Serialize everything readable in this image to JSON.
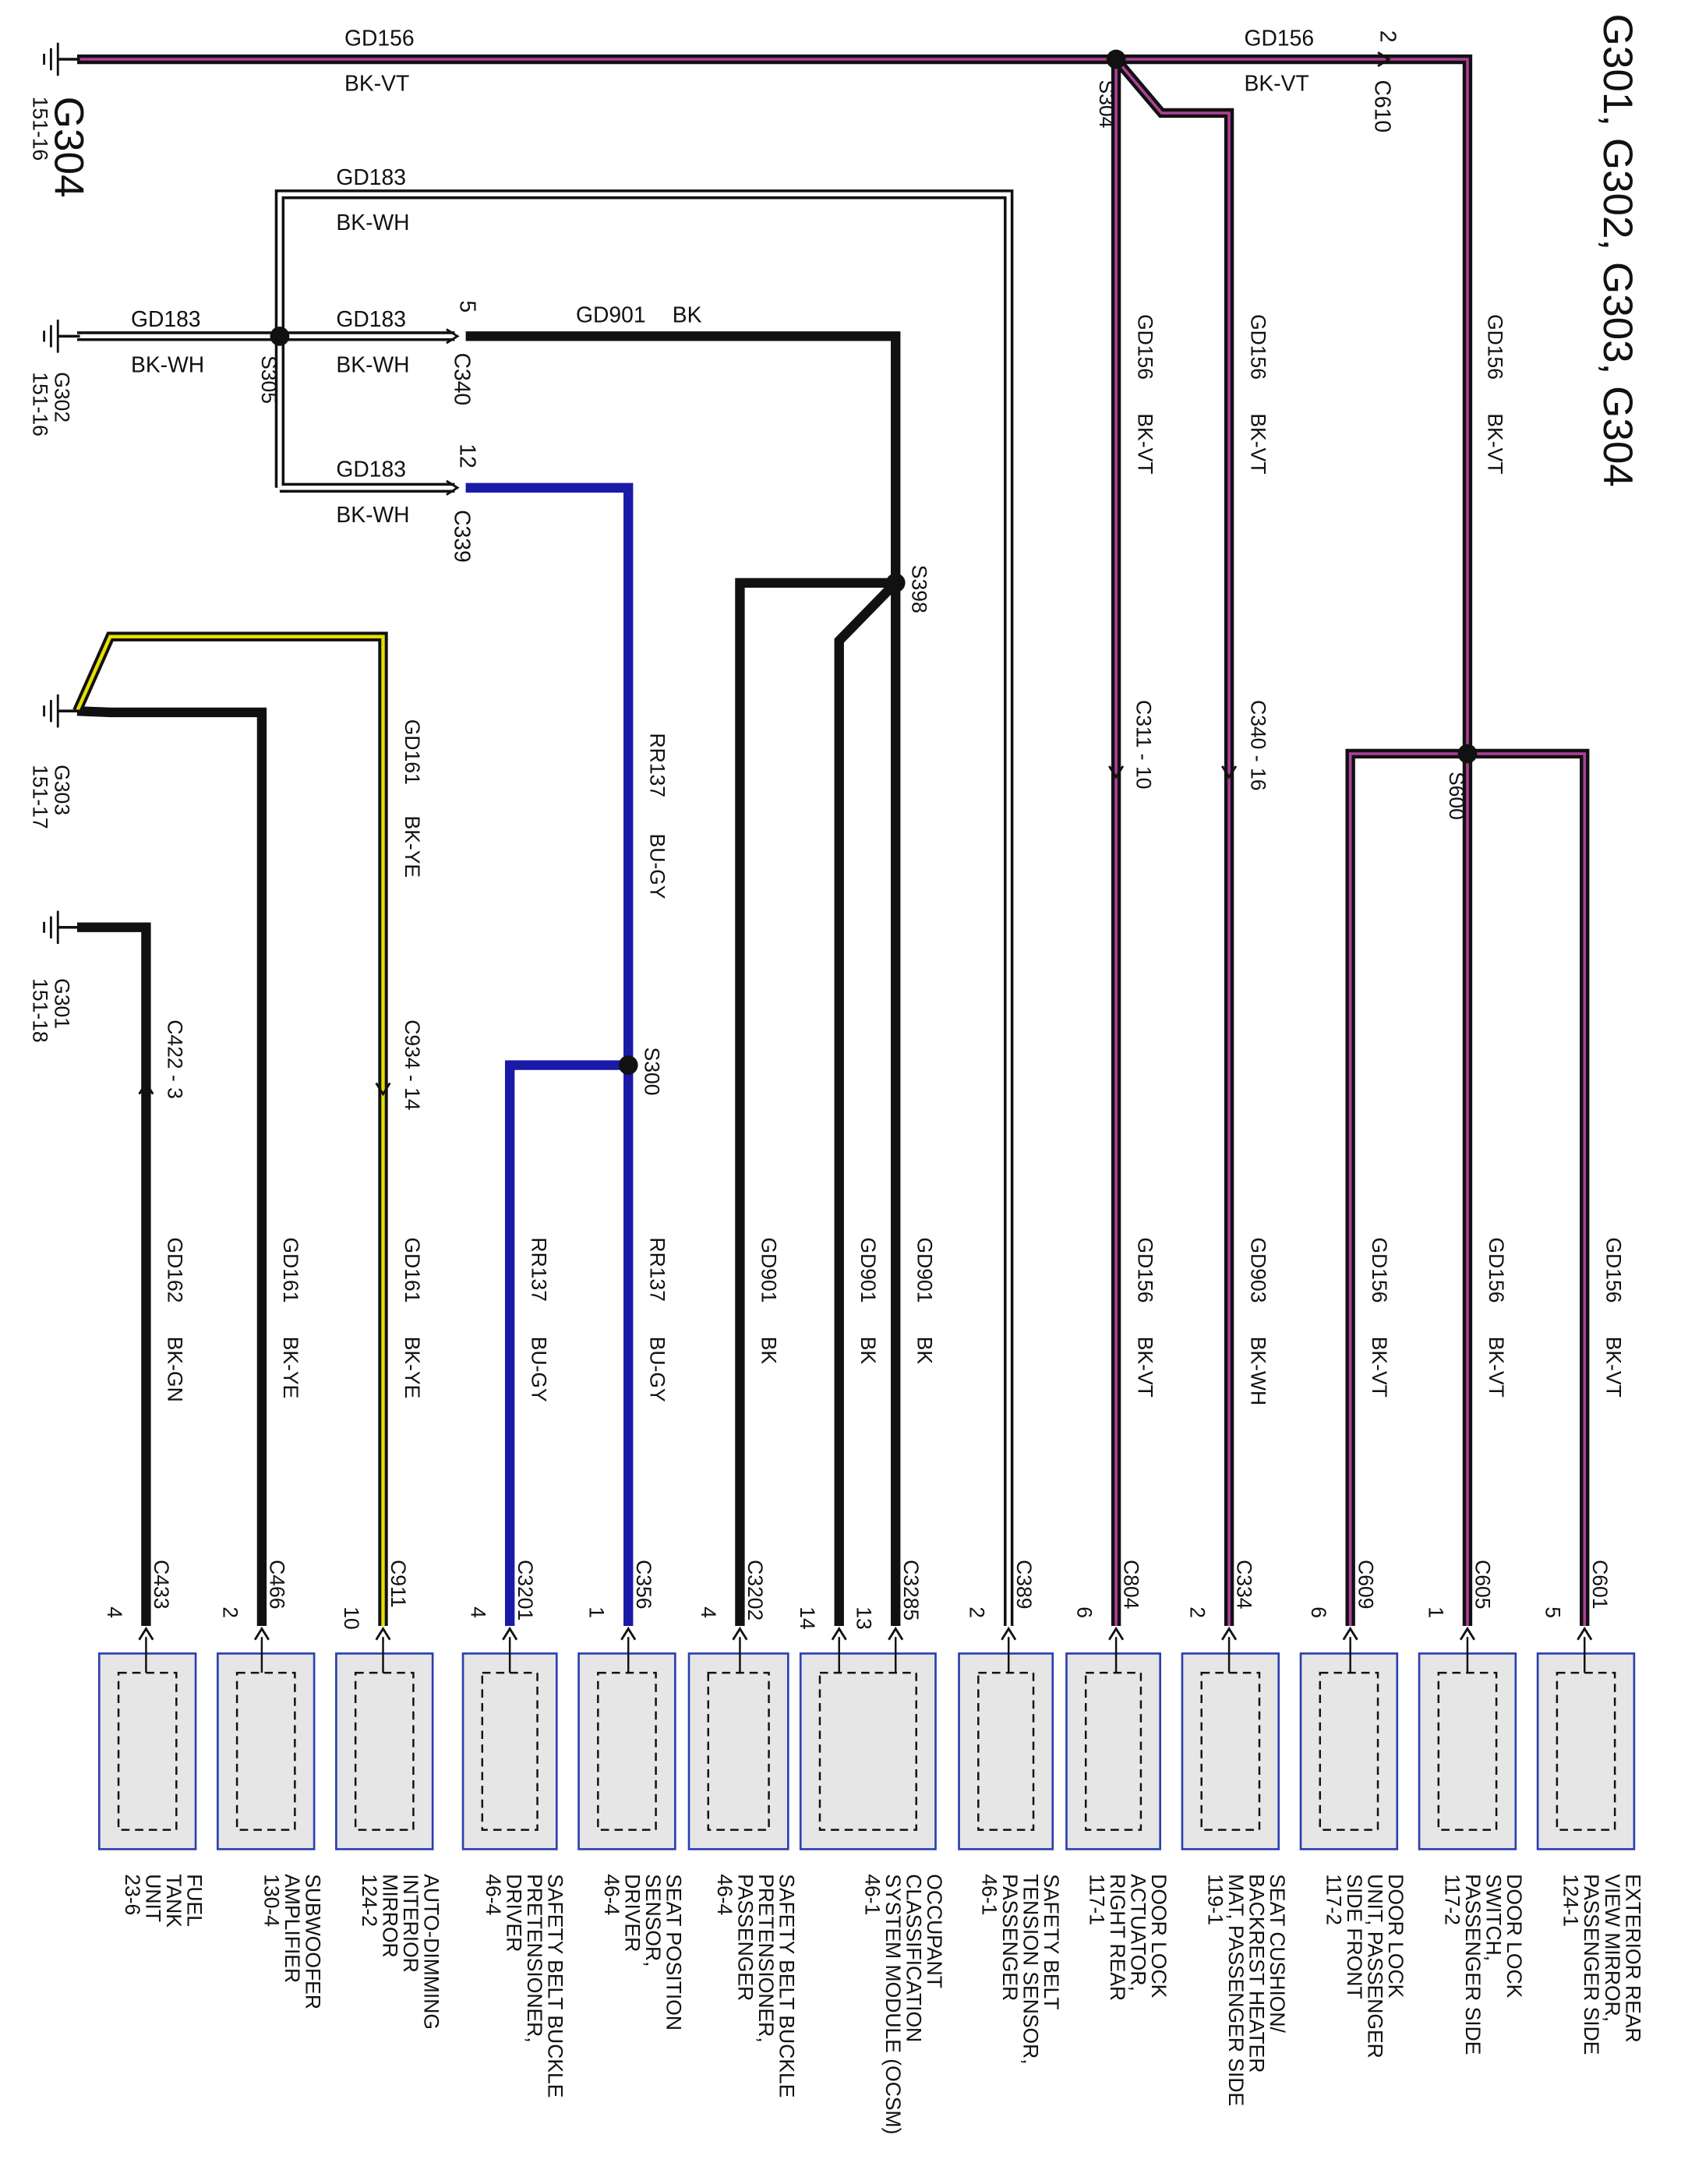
{
  "title": "G301, G302, G303, G304",
  "colors": {
    "bk_vt": "#7a2a7a",
    "bk_wh": "#ffffff",
    "bk": "#111111",
    "bu_gy": "#1a1aa8",
    "bk_ye": "#e6e000",
    "bk_gn": "#111111",
    "module_fill": "#e6e6e6",
    "module_border": "#2b3fb0"
  },
  "grounds": {
    "g304": {
      "name": "G304",
      "ref": "151-16"
    },
    "g302": {
      "name": "G302",
      "ref": "151-16"
    },
    "g303": {
      "name": "G303",
      "ref": "151-17"
    },
    "g301": {
      "name": "G301",
      "ref": "151-18"
    }
  },
  "splices": {
    "s304": "S304",
    "s305": "S305",
    "s398": "S398",
    "s300": "S300",
    "s600": "S600"
  },
  "top_wire": {
    "circuit": "GD156",
    "color": "BK-VT",
    "connector": "C610",
    "pin": "2"
  },
  "gd183_top": {
    "circuit": "GD183",
    "color": "BK-WH"
  },
  "gd183_left": {
    "circuit": "GD183",
    "color": "BK-WH"
  },
  "c340": {
    "circuit": "GD183",
    "color": "BK-WH",
    "name": "C340",
    "pin": "5"
  },
  "c339": {
    "circuit": "GD183",
    "color": "BK-WH",
    "name": "C339",
    "pin": "12"
  },
  "gd901_top": {
    "circuit": "GD901",
    "color": "BK"
  },
  "rr137_vertical": {
    "circuit": "RR137",
    "color": "BU-GY"
  },
  "gd161_vertical": {
    "circuit": "GD161",
    "color": "BK-YE"
  },
  "inline": {
    "c422": "C422 - 3",
    "c934": "C934 - 14",
    "c311": "C311 - 10",
    "c340b": "C340 - 16"
  },
  "vert_labels": {
    "s304_drop": {
      "circuit": "GD156",
      "color": "BK-VT"
    },
    "branch_drop": {
      "circuit": "GD156",
      "color": "BK-VT"
    },
    "right_drop": {
      "circuit": "GD156",
      "color": "BK-VT"
    }
  },
  "modules": [
    {
      "circuit": "GD162",
      "color": "BK-GN",
      "connector": "C433",
      "pin": "4",
      "name": "FUEL\nTANK\nUNIT\n23-6"
    },
    {
      "circuit": "GD161",
      "color": "BK-YE",
      "connector": "C466",
      "pin": "2",
      "name": "SUBWOOFER\nAMPLIFIER\n130-4"
    },
    {
      "circuit": "GD161",
      "color": "BK-YE",
      "connector": "C911",
      "pin": "10",
      "name": "AUTO-DIMMING\nINTERIOR\nMIRROR\n124-2"
    },
    {
      "circuit": "RR137",
      "color": "BU-GY",
      "connector": "C3201",
      "pin": "4",
      "name": "SAFETY BELT BUCKLE\nPRETENSIONER,\nDRIVER\n46-4"
    },
    {
      "circuit": "RR137",
      "color": "BU-GY",
      "connector": "C356",
      "pin": "1",
      "name": "SEAT POSITION\nSENSOR,\nDRIVER\n46-4"
    },
    {
      "circuit": "GD901",
      "color": "BK",
      "connector": "C3202",
      "pin": "4",
      "name": "SAFETY BELT BUCKLE\nPRETENSIONER,\nPASSENGER\n46-4"
    },
    {
      "circuit": "GD901",
      "color": "BK",
      "circuit2": "GD901",
      "color2": "BK",
      "connector": "C3285",
      "pin": "14",
      "pin2": "13",
      "name": "OCCUPANT\nCLASSIFICATION\nSYSTEM MODULE (OCSM)\n46-1"
    },
    {
      "connector": "C389",
      "pin": "2",
      "name": "SAFETY BELT\nTENSION SENSOR,\nPASSENGER\n46-1"
    },
    {
      "circuit": "GD156",
      "color": "BK-VT",
      "connector": "C804",
      "pin": "6",
      "name": "DOOR LOCK\nACTUATOR,\nRIGHT REAR\n117-1"
    },
    {
      "circuit": "GD903",
      "color": "BK-WH",
      "connector": "C334",
      "pin": "2",
      "name": "SEAT CUSHION/\nBACKREST HEATER\nMAT, PASSENGER SIDE\n119-1"
    },
    {
      "circuit": "GD156",
      "color": "BK-VT",
      "connector": "C609",
      "pin": "6",
      "name": "DOOR LOCK\nUNIT, PASSENGER\nSIDE FRONT\n117-2"
    },
    {
      "circuit": "GD156",
      "color": "BK-VT",
      "connector": "C605",
      "pin": "1",
      "name": "DOOR LOCK\nSWITCH,\nPASSENGER SIDE\n117-2"
    },
    {
      "circuit": "GD156",
      "color": "BK-VT",
      "connector": "C601",
      "pin": "5",
      "name": "EXTERIOR REAR\nVIEW MIRROR,\nPASSENGER SIDE\n124-1"
    }
  ]
}
